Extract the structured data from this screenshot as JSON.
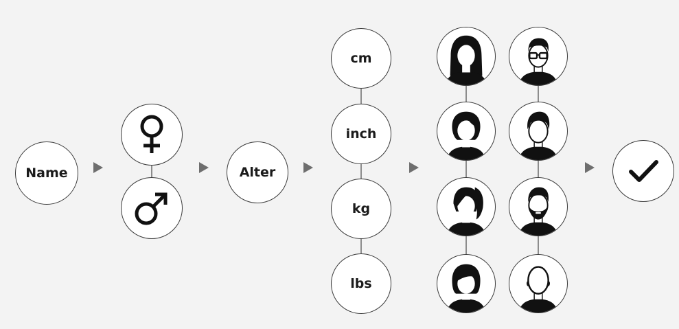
{
  "start": {
    "label": "Name"
  },
  "gender": {
    "female": "female-symbol-icon",
    "male": "male-symbol-icon"
  },
  "age": {
    "label": "Alter"
  },
  "units": [
    {
      "label": "cm"
    },
    {
      "label": "inch"
    },
    {
      "label": "kg"
    },
    {
      "label": "lbs"
    }
  ],
  "avatars": {
    "female": [
      "female-avatar-long-hair-icon",
      "female-avatar-curly-hair-icon",
      "female-avatar-ponytail-icon",
      "female-avatar-bob-icon"
    ],
    "male": [
      "male-avatar-glasses-icon",
      "male-avatar-short-hair-icon",
      "male-avatar-beard-icon",
      "male-avatar-bald-icon"
    ]
  },
  "finish": {
    "icon": "checkmark-icon"
  },
  "colors": {
    "background": "#f3f3f3",
    "node_fill": "#ffffff",
    "stroke": "#3a3a3a",
    "arrow": "#6e6e6e",
    "ink": "#111111"
  }
}
